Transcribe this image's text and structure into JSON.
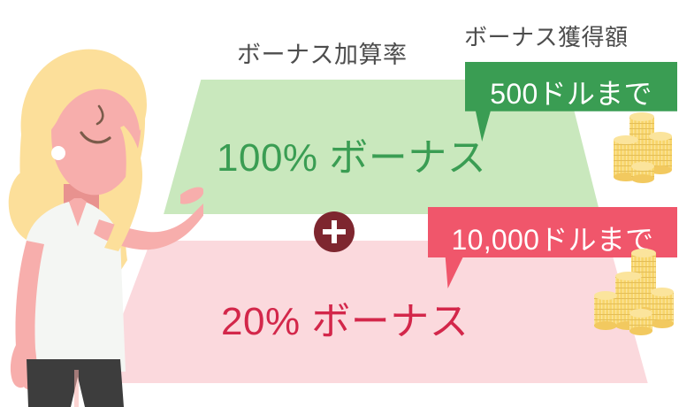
{
  "labels": {
    "bonus_rate": "ボーナス加算率",
    "bonus_amount": "ボーナス獲得額"
  },
  "tiers": [
    {
      "id": "tier-green",
      "rate_text": "100% ボーナス",
      "amount_text": "500ドルまで",
      "rate_color": "#3a9d53",
      "panel_color": "#c9e8bd",
      "bubble_color": "#3a9d53"
    },
    {
      "id": "tier-pink",
      "rate_text": "20% ボーナス",
      "amount_text": "10,000ドルまで",
      "rate_color": "#d3274a",
      "panel_color": "#fbd9dd",
      "bubble_color": "#f0566b"
    }
  ],
  "operator": {
    "symbol": "+",
    "name": "plus-badge",
    "color": "#7e262f"
  },
  "illustration": {
    "character": "smiling-blonde-woman",
    "hair_color": "#fcdf9a",
    "skin_color": "#f7aeac",
    "shirt_color": "#f4f6f3",
    "pants_color": "#3d3d3d"
  },
  "decorations": {
    "coin_stack_top": "gold-coin-stack",
    "coin_stack_bottom": "gold-coin-stack",
    "coin_color": "#f8d56a",
    "coin_top_color": "#fbe49c"
  }
}
